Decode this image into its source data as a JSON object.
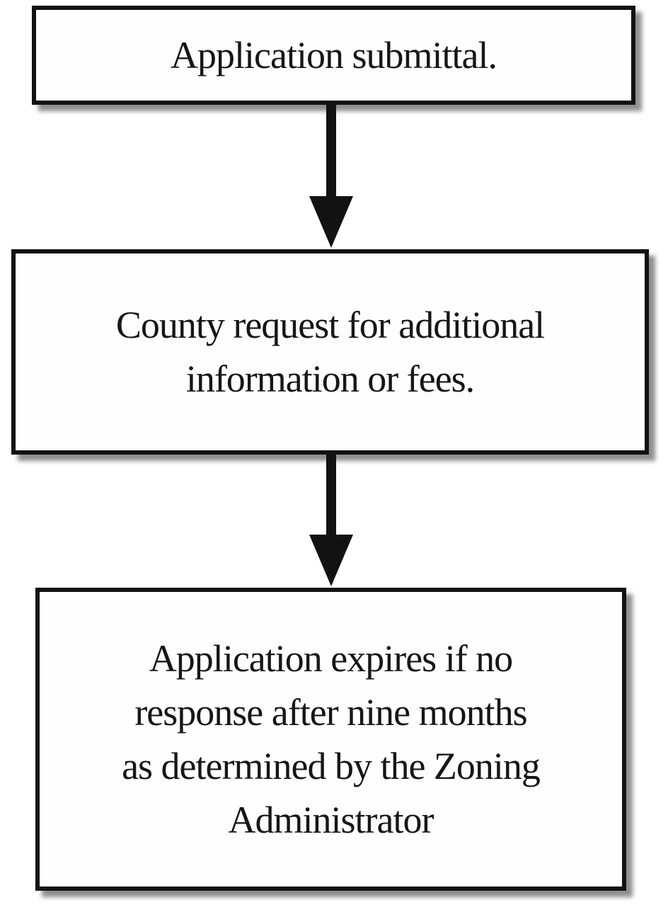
{
  "diagram": {
    "type": "flowchart",
    "direction": "top-down",
    "boxes": [
      {
        "id": "application-submittal",
        "text": "Application submittal."
      },
      {
        "id": "county-request",
        "text": "County request for additional\ninformation or fees."
      },
      {
        "id": "application-expires",
        "text": "Application expires if no\nresponse after nine months\nas determined by the Zoning\nAdministrator"
      }
    ],
    "connectors": [
      {
        "from": "application-submittal",
        "to": "county-request",
        "style": "solid-arrow-down"
      },
      {
        "from": "county-request",
        "to": "application-expires",
        "style": "solid-arrow-down"
      }
    ],
    "colors": {
      "background": "#ffffff",
      "box_fill": "#fefefe",
      "box_border": "#121212",
      "shadow": "#8f8f8f",
      "arrow": "#121212",
      "text": "#161616"
    }
  }
}
